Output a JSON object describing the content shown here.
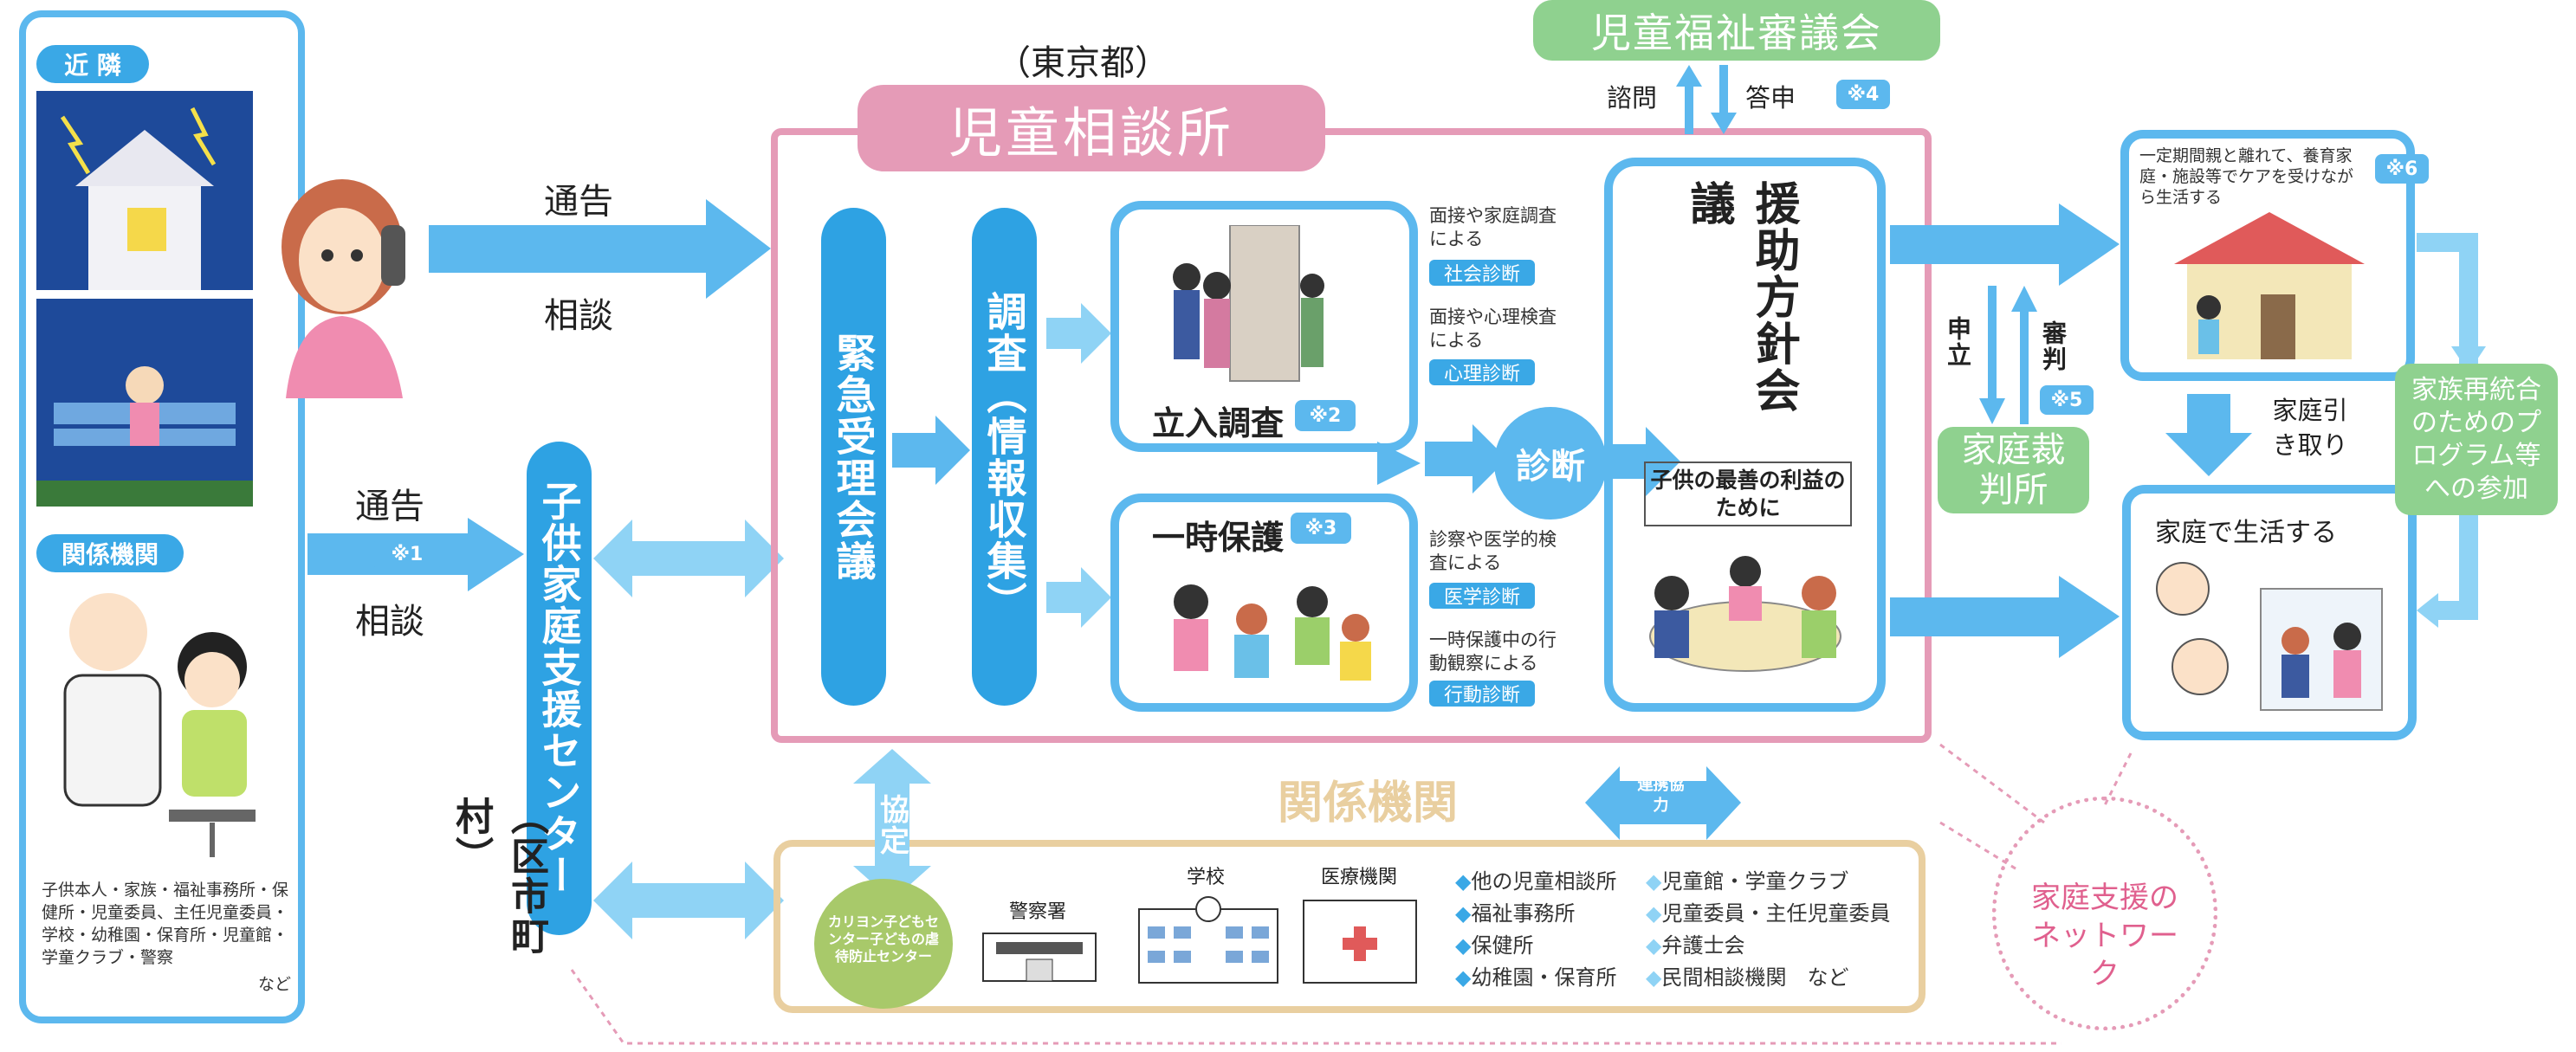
{
  "colors": {
    "blue": "#3aa8e6",
    "light_blue": "#8fd3f5",
    "pink": "#e59bb7",
    "green": "#8fd18f",
    "tan": "#e9cfa0"
  },
  "left": {
    "neighbor_label": "近 隣",
    "related_label": "関係機関",
    "related_list": "子供本人・家族・福祉事務所・保健所・児童委員、主任児童委員・学校・幼稚園・保育所・児童館・学童クラブ・警察",
    "etc": "など"
  },
  "flow": {
    "report": "通告",
    "consult": "相談",
    "report2": "通告",
    "note1": "※1",
    "consult2": "相談"
  },
  "tokyo": "（東京都）",
  "jidou": {
    "title": "児童相談所",
    "emergency": "緊急受理会議",
    "survey": "調査（情報収集）",
    "onsite": "立入調査",
    "note2": "※2",
    "temp": "一時保護",
    "note3": "※3",
    "diag_center": "診断",
    "diag1_text": "面接や家庭調査による",
    "diag1_tag": "社会診断",
    "diag2_text": "面接や心理検査による",
    "diag2_tag": "心理診断",
    "diag3_text": "診察や医学的検査による",
    "diag3_tag": "医学診断",
    "diag4_text": "一時保護中の行動観察による",
    "diag4_tag": "行動診断",
    "policy": "援助方針会議",
    "policy_sub": "子供の最善の利益のために"
  },
  "council": {
    "title": "児童福祉審議会",
    "ask": "諮問",
    "reply": "答申",
    "note4": "※4"
  },
  "court": {
    "title": "家庭裁判所",
    "apply": "申立",
    "judge": "審判",
    "note5": "※5"
  },
  "right": {
    "foster_text": "一定期間親と離れて、養育家庭・施設等でケアを受けながら生活する",
    "note6": "※6",
    "takeback": "家庭引き取り",
    "home": "家庭で生活する",
    "reunify": "家族再統合のためのプログラム等への参加"
  },
  "support_center": "子供家庭支援センター",
  "ward": "（区市町村）",
  "agencies": {
    "title": "関係機関",
    "cooperate": "連携協力",
    "agree": "協定",
    "caring": "カリヨン子どもセンター子どもの虐待防止センター",
    "police": "警察署",
    "school": "学校",
    "medical": "医療機関",
    "list_a": [
      "他の児童相談所",
      "福祉事務所",
      "保健所",
      "幼稚園・保育所"
    ],
    "list_b": [
      "児童館・学童クラブ",
      "児童委員・主任児童委員",
      "弁護士会",
      "民間相談機関　など"
    ]
  },
  "network": "家庭支援のネットワーク"
}
